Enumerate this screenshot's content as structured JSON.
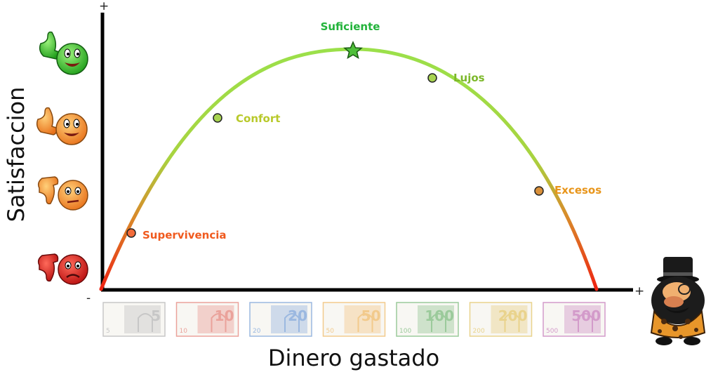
{
  "axes": {
    "x_title": "Dinero gastado",
    "y_title": "Satisfaccion",
    "x_plus": "+",
    "y_plus": "+",
    "origin_minus": "-"
  },
  "peak": {
    "label": "Suficiente",
    "color": "#22b33a"
  },
  "points": [
    {
      "id": "supervivencia",
      "label": "Supervivencia",
      "color": "#f05a1e"
    },
    {
      "id": "confort",
      "label": "Confort",
      "color": "#b8c92a"
    },
    {
      "id": "lujos",
      "label": "Lujos",
      "color": "#7cb82a"
    },
    {
      "id": "excesos",
      "label": "Excesos",
      "color": "#e8951a"
    }
  ],
  "banknotes": [
    "5",
    "10",
    "20",
    "50",
    "100",
    "200",
    "500"
  ],
  "banknote_colors": [
    "#9a9a9a",
    "#d9574a",
    "#4a7fc8",
    "#e8a030",
    "#4aa04a",
    "#d8b030",
    "#b04aa0"
  ],
  "faces": [
    "thumbs-up-green",
    "thumbs-up-orange",
    "thumbs-down-orange",
    "thumbs-down-red"
  ],
  "curve_colors": {
    "start": "#ee2211",
    "mid": "#9be04a",
    "end": "#ee2211"
  }
}
